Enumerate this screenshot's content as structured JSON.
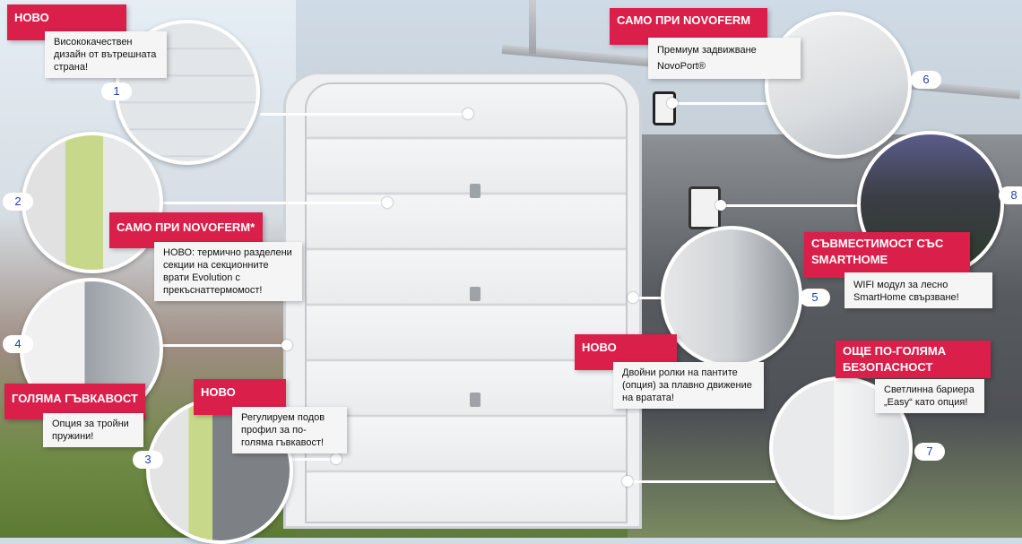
{
  "callouts": [
    {
      "number": "1",
      "tag": "НОВО",
      "text": "Висококачествен дизайн от вътрешната страна!"
    },
    {
      "number": "2",
      "tag": "САМО ПРИ NOVOFERM*",
      "text": "НОВО: термично разделени секции на секционните врати Evolution с прекъснаттермомост!"
    },
    {
      "number": "3",
      "tag": "НОВО",
      "text": "Регулируем подов профил за по-голяма гъвкавост!"
    },
    {
      "number": "4",
      "tag": "ГОЛЯМА ГЪВКАВОСТ",
      "text": "Опция за тройни пружини!"
    },
    {
      "number": "5",
      "tag": "НОВО",
      "text": "Двойни ролки на пантите (опция) за плавно движение на вратата!"
    },
    {
      "number": "6",
      "tag": "САМО ПРИ NOVOFERM",
      "text": "Премиум задвижване NovoPort®"
    },
    {
      "number": "7",
      "tag": "ОЩЕ ПО-ГОЛЯМА БЕЗОПАСНОСТ",
      "text": "Светлинна бариера „Easy“ като опция!"
    },
    {
      "number": "8",
      "tag": "СЪВМЕСТИМОСТ СЪС SMARTHOME",
      "text": "WIFI модул за лесно SmartHome свързване!"
    }
  ],
  "colors": {
    "accent": "#d91f4a",
    "badge_text": "#1e3fb4"
  }
}
